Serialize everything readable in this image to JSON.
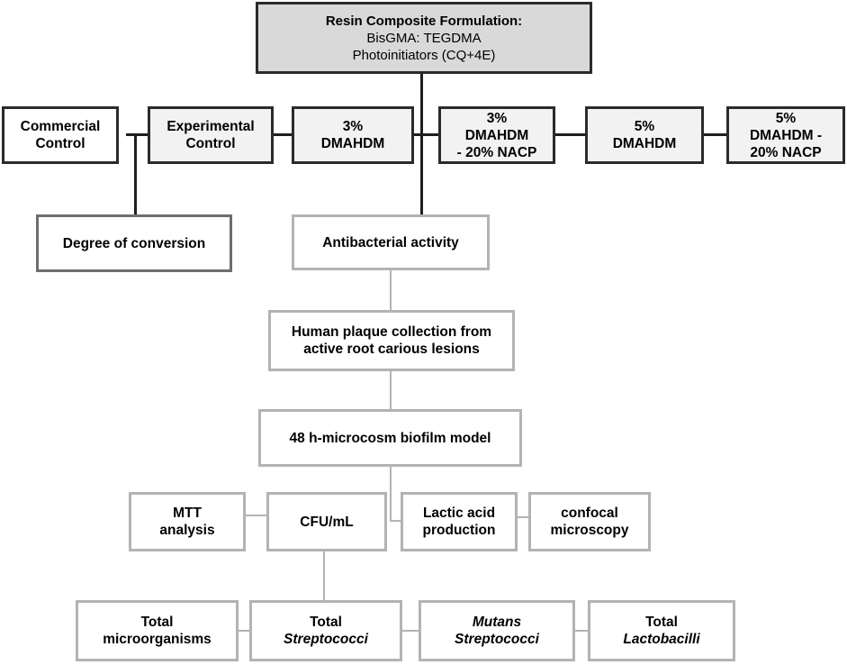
{
  "formulation": {
    "title": "Resin Composite Formulation:",
    "line1": "BisGMA: TEGDMA",
    "line2": "Photoinitiators (CQ+4E)"
  },
  "groups": [
    {
      "line1": "Commercial",
      "line2": "Control",
      "line3": ""
    },
    {
      "line1": "Experimental",
      "line2": "Control",
      "line3": ""
    },
    {
      "line1": "3%",
      "line2": "DMAHDM",
      "line3": ""
    },
    {
      "line1": "3%",
      "line2": "DMAHDM",
      "line3": "- 20% NACP"
    },
    {
      "line1": "5%",
      "line2": "DMAHDM",
      "line3": ""
    },
    {
      "line1": "5%",
      "line2": "DMAHDM -",
      "line3": "20% NACP"
    }
  ],
  "degree_of_conversion": "Degree of conversion",
  "antibacterial": "Antibacterial activity",
  "plaque": {
    "line1": "Human plaque collection from",
    "line2": "active root carious lesions"
  },
  "biofilm": "48 h-microcosm biofilm model",
  "assays": {
    "mtt": {
      "line1": "MTT",
      "line2": "analysis"
    },
    "cfu": "CFU/mL",
    "lactic": {
      "line1": "Lactic acid",
      "line2": "production"
    },
    "confocal": {
      "line1": "confocal",
      "line2": "microscopy"
    }
  },
  "counts": [
    {
      "line1": "Total",
      "line2": "microorganisms"
    },
    {
      "line1": "Total",
      "line2": "Streptococci"
    },
    {
      "line1": "Mutans",
      "line2": "Streptococci"
    },
    {
      "line1": "Total",
      "line2": "Lactobacilli"
    }
  ]
}
